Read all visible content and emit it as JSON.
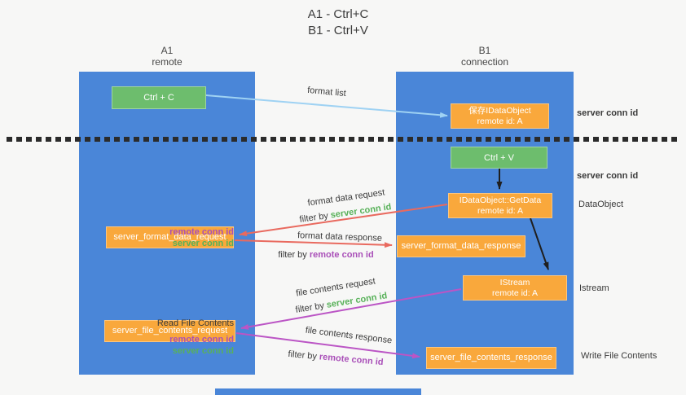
{
  "title": {
    "line1": "A1 - Ctrl+C",
    "line2": "B1 - Ctrl+V"
  },
  "columns": {
    "left": {
      "name": "A1",
      "role": "remote"
    },
    "right": {
      "name": "B1",
      "role": "connection"
    }
  },
  "nodes": {
    "ctrl_c": {
      "label": "Ctrl + C"
    },
    "save_idataobject": {
      "line1": "保存IDataObject",
      "line2": "remote id: A"
    },
    "ctrl_v": {
      "label": "Ctrl + V"
    },
    "getdata": {
      "line1": "IDataObject::GetData",
      "line2": "remote id: A"
    },
    "format_request": {
      "label": "server_format_data_request"
    },
    "format_response": {
      "label": "server_format_data_response"
    },
    "istream": {
      "line1": "IStream",
      "line2": "remote id: A"
    },
    "file_request": {
      "label": "server_file_contents_request"
    },
    "file_response": {
      "label": "server_file_contents_response"
    }
  },
  "flow_labels": {
    "format_list": "format list",
    "format_data_request": "format data request",
    "format_data_request_filter_prefix": "filter by ",
    "format_data_request_filter_key": "server conn id",
    "format_data_response": "format data response",
    "format_data_response_filter_prefix": "filter by ",
    "format_data_response_filter_key": "remote conn id",
    "file_contents_request": "file contents request",
    "file_contents_request_filter_prefix": "filter by ",
    "file_contents_request_filter_key": "server conn id",
    "file_contents_response": "file contents response",
    "file_contents_response_filter_prefix": "filter by ",
    "file_contents_response_filter_key": "remote conn id"
  },
  "side_labels": {
    "right_top_conn": "server conn id",
    "right_mid_conn": "server conn id",
    "dataobject": "DataObject",
    "istream": "Istream",
    "write_file": "Write File Contents",
    "left_format_remote": "remote conn id",
    "left_format_server": "server conn id",
    "read_file": "Read File Contents",
    "left_file_remote": "remote conn id",
    "left_file_server": "server conn id"
  },
  "colors": {
    "column_blue": "#4a86d8",
    "box_orange": "#f9a83c",
    "box_green": "#6dbd6d",
    "green_text": "#58b159",
    "purple_text": "#a94fb8",
    "red_arrow": "#e96a5f",
    "magenta_arrow": "#bb55c5",
    "blue_arrow": "#9fd2f3",
    "black_arrow": "#1f1f1f"
  }
}
